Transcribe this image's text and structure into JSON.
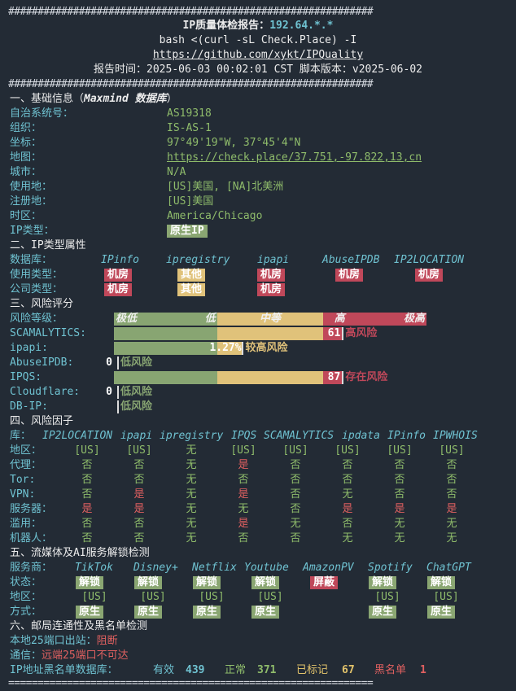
{
  "hash_line": "##############################################################",
  "header": {
    "report_prefix": "IP质量体检报告：",
    "ip": "192.64.*.*",
    "command": "bash <(curl -sL Check.Place) -I",
    "url": "https://github.com/xykt/IPQuality",
    "time_label": "报告时间：",
    "time_value": "2025-06-03 00:02:01 CST",
    "version_label": "脚本版本：",
    "version_value": "v2025-06-02"
  },
  "basic": {
    "title": "一、基础信息（",
    "title_db": "Maxmind 数据库",
    "title_end": "）",
    "rows": [
      {
        "label": "自治系统号：",
        "value": "AS19318",
        "style": "green"
      },
      {
        "label": "组织：",
        "value": "IS-AS-1",
        "style": "green"
      },
      {
        "label": "坐标：",
        "value": "97°49'19\"W, 37°45'4\"N",
        "style": "green"
      },
      {
        "label": "地图：",
        "value": "https://check.place/37.751,-97.822,13,cn",
        "style": "link"
      },
      {
        "label": "城市：",
        "value": "N/A",
        "style": "green"
      },
      {
        "label": "使用地：",
        "value": "[US]美国, [NA]北美洲",
        "style": "green"
      },
      {
        "label": "注册地：",
        "value": "[US]美国",
        "style": "green"
      },
      {
        "label": "时区：",
        "value": "America/Chicago",
        "style": "green"
      }
    ],
    "iptype_label": "IP类型：",
    "iptype_value": "原生IP"
  },
  "iptype": {
    "title": "二、IP类型属性",
    "db_label": "数据库：",
    "dbs": [
      "IPinfo",
      "ipregistry",
      "ipapi",
      "AbuseIPDB",
      "IP2LOCATION"
    ],
    "usage_label": "使用类型：",
    "usage": [
      {
        "text": "机房",
        "color": "red"
      },
      {
        "text": "其他",
        "color": "yellow"
      },
      {
        "text": "机房",
        "color": "red"
      },
      {
        "text": "机房",
        "color": "red"
      },
      {
        "text": "机房",
        "color": "red"
      }
    ],
    "company_label": "公司类型：",
    "company": [
      {
        "text": "机房",
        "color": "red"
      },
      {
        "text": "其他",
        "color": "yellow"
      },
      {
        "text": "机房",
        "color": "red"
      }
    ]
  },
  "risk": {
    "title": "三、风险评分",
    "level_label": "风险等级：",
    "levels": [
      "极低",
      "低",
      "中等",
      "高",
      "极高"
    ],
    "colors": {
      "green": "#88a572",
      "yellow": "#e0c27a",
      "red": "#c0485a"
    },
    "rows": [
      {
        "label": "SCAMALYTICS:",
        "score": "61",
        "desc": "高风险",
        "score_value": 61,
        "bar_pct": 0.73,
        "tone": "red"
      },
      {
        "label": "ipapi:",
        "score": "1.27%",
        "desc": "较高风险",
        "score_value": 1.27,
        "bar_pct": 0.41,
        "tone": "yellow"
      },
      {
        "label": "AbuseIPDB:",
        "score": "0",
        "desc": "低风险",
        "score_value": 0,
        "bar_pct": 0.0,
        "tone": "green"
      },
      {
        "label": "IPQS:",
        "score": "87",
        "desc": "存在风险",
        "score_value": 87,
        "bar_pct": 0.73,
        "tone": "red"
      },
      {
        "label": "Cloudflare:",
        "score": "0",
        "desc": "低风险",
        "score_value": 0,
        "bar_pct": 0.0,
        "tone": "green"
      },
      {
        "label": "DB-IP:",
        "score": "",
        "desc": "低风险",
        "score_value": 0,
        "bar_pct": 0.0,
        "tone": "green"
      }
    ]
  },
  "factors": {
    "title": "四、风险因子",
    "lib_label": "库：",
    "libs": [
      "IP2LOCATION",
      "ipapi",
      "ipregistry",
      "IPQS",
      "SCAMALYTICS",
      "ipdata",
      "IPinfo",
      "IPWHOIS"
    ],
    "rows": [
      {
        "label": "地区：",
        "cells": [
          "[US]",
          "[US]",
          "无",
          "[US]",
          "[US]",
          "[US]",
          "[US]",
          "[US]"
        ]
      },
      {
        "label": "代理：",
        "cells": [
          "否",
          "否",
          "无",
          "是",
          "否",
          "否",
          "否",
          "否"
        ]
      },
      {
        "label": "Tor:",
        "cells": [
          "否",
          "否",
          "无",
          "否",
          "否",
          "否",
          "否",
          "否"
        ]
      },
      {
        "label": "VPN:",
        "cells": [
          "否",
          "是",
          "无",
          "是",
          "否",
          "无",
          "否",
          "否"
        ]
      },
      {
        "label": "服务器：",
        "cells": [
          "是",
          "是",
          "无",
          "无",
          "否",
          "是",
          "是",
          "是"
        ]
      },
      {
        "label": "滥用：",
        "cells": [
          "否",
          "否",
          "无",
          "是",
          "无",
          "否",
          "无",
          "无"
        ]
      },
      {
        "label": "机器人：",
        "cells": [
          "否",
          "否",
          "无",
          "否",
          "否",
          "无",
          "无",
          "无"
        ]
      }
    ]
  },
  "streaming": {
    "title": "五、流媒体及AI服务解锁检测",
    "svc_label": "服务商：",
    "services": [
      "TikTok",
      "Disney+",
      "Netflix",
      "Youtube",
      "AmazonPV",
      "Spotify",
      "ChatGPT"
    ],
    "status_label": "状态：",
    "status": [
      {
        "text": "解锁",
        "color": "green"
      },
      {
        "text": "解锁",
        "color": "green"
      },
      {
        "text": "解锁",
        "color": "green"
      },
      {
        "text": "解锁",
        "color": "green"
      },
      {
        "text": "屏蔽",
        "color": "red"
      },
      {
        "text": "解锁",
        "color": "green"
      },
      {
        "text": "解锁",
        "color": "green"
      }
    ],
    "region_label": "地区：",
    "regions": [
      "[US]",
      "[US]",
      "[US]",
      "[US]",
      "",
      "[US]",
      "[US]"
    ],
    "method_label": "方式：",
    "methods": [
      "原生",
      "原生",
      "原生",
      "原生",
      "",
      "原生",
      "原生"
    ]
  },
  "mail": {
    "title": "六、邮局连通性及黑名单检测",
    "port_label": "本地25端口出站：",
    "port_value": "阻断",
    "conn_label": "通信：",
    "conn_value": "远端25端口不可达",
    "bl_label": "IP地址黑名单数据库：",
    "valid_label": "有效",
    "valid_value": "439",
    "normal_label": "正常",
    "normal_value": "371",
    "marked_label": "已标记",
    "marked_value": "67",
    "black_label": "黑名单",
    "black_value": "1"
  },
  "footer_line": "=============================================================="
}
